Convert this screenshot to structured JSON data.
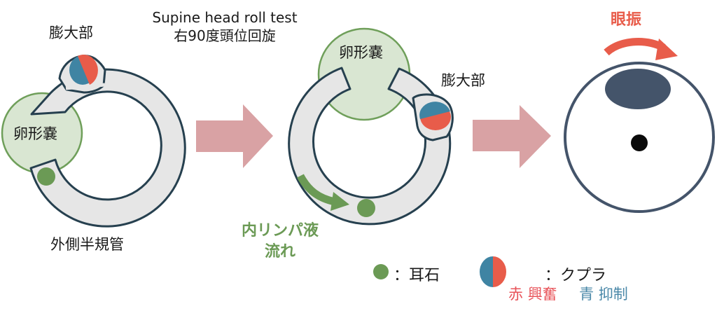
{
  "title": {
    "line1": "Supine head roll test",
    "line2": "右90度頭位回旋"
  },
  "left_diagram": {
    "ampulla_label": "膨大部",
    "utricle_label": "卵形嚢",
    "canal_label": "外側半規管"
  },
  "middle_diagram": {
    "utricle_label": "卵形嚢",
    "ampulla_label": "膨大部",
    "flow_label_line1": "内リンパ液",
    "flow_label_line2": "流れ"
  },
  "right_diagram": {
    "nystagmus_label": "眼振"
  },
  "legend": {
    "otolith_label": "：耳石",
    "cupula_label": "：クプラ",
    "red_word": "赤",
    "red_meaning": "興奮",
    "blue_word": "青",
    "blue_meaning": "抑制"
  },
  "colors": {
    "canal_fill": "#e6e6e6",
    "canal_stroke": "#26404f",
    "utricle_fill": "#d9e6d2",
    "utricle_stroke": "#6f9f5a",
    "otolith": "#6b9a55",
    "cupula_red": "#e85c4a",
    "cupula_blue": "#3f84a3",
    "step_arrow": "#d9a2a4",
    "eye_stroke": "#44546a",
    "pupil": "#0a0a0a",
    "nystagmus_arrow": "#e85c4a"
  }
}
